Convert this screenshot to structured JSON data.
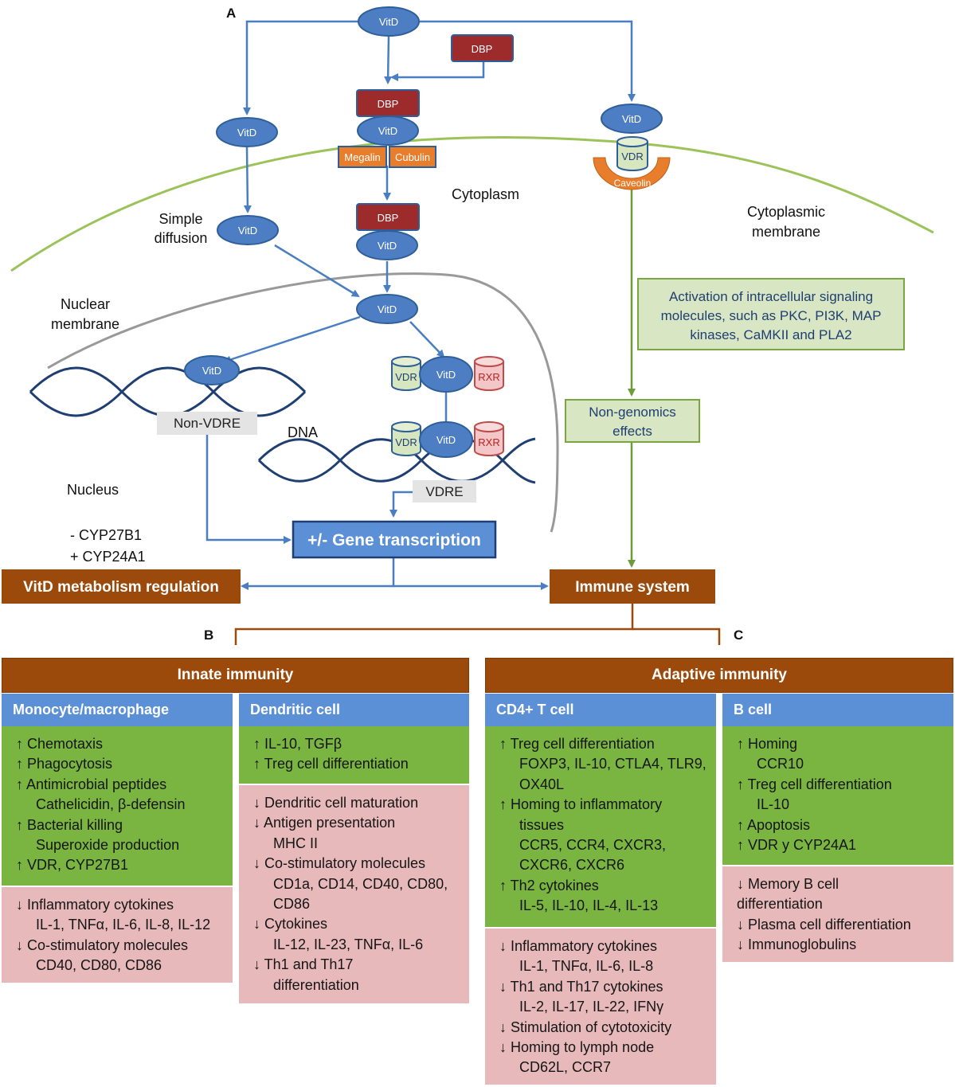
{
  "labels": {
    "panel_a": "A",
    "panel_b": "B",
    "panel_c": "C",
    "simple_diffusion_1": "Simple",
    "simple_diffusion_2": "diffusion",
    "cytoplasm": "Cytoplasm",
    "cytoplasmic_membrane_1": "Cytoplasmic",
    "cytoplasmic_membrane_2": "membrane",
    "nuclear_membrane_1": "Nuclear",
    "nuclear_membrane_2": "membrane",
    "dna": "DNA",
    "nucleus": "Nucleus",
    "cyp27b1": "- CYP27B1",
    "cyp24a1": "+ CYP24A1"
  },
  "nodes": {
    "vitd": "VitD",
    "dbp": "DBP",
    "megalin": "Megalin",
    "cubulin": "Cubulin",
    "vdr": "VDR",
    "rxr": "RXR",
    "caveolin": "Caveolin",
    "non_vdre": "Non-VDRE",
    "vdre": "VDRE"
  },
  "signaling_box": [
    "Activation of intracellular signaling",
    "molecules, such as PKC, PI3K, MAP",
    "kinases, CaMKII and PLA2"
  ],
  "non_genomic_box": [
    "Non-genomics",
    "effects"
  ],
  "gene_transcription": "+/- Gene transcription",
  "vitd_metabolism": "VitD metabolism regulation",
  "immune_system": "Immune system",
  "innate": {
    "title": "Innate immunity",
    "monocyte": {
      "title": "Monocyte/macrophage",
      "up": [
        {
          "t": "↑ Chemotaxis",
          "sub": false
        },
        {
          "t": "↑ Phagocytosis",
          "sub": false
        },
        {
          "t": "↑ Antimicrobial peptides",
          "sub": false
        },
        {
          "t": "Cathelicidin, β-defensin",
          "sub": true
        },
        {
          "t": "↑ Bacterial killing",
          "sub": false
        },
        {
          "t": "Superoxide production",
          "sub": true
        },
        {
          "t": "↑ VDR, CYP27B1",
          "sub": false
        }
      ],
      "down": [
        {
          "t": "↓ Inflammatory cytokines",
          "sub": false
        },
        {
          "t": "IL-1, TNFα, IL-6, IL-8, IL-12",
          "sub": true
        },
        {
          "t": "↓ Co-stimulatory molecules",
          "sub": false
        },
        {
          "t": "CD40, CD80, CD86",
          "sub": true
        }
      ]
    },
    "dendritic": {
      "title": "Dendritic cell",
      "up": [
        {
          "t": "↑ IL-10, TGFβ",
          "sub": false
        },
        {
          "t": "↑ Treg cell differentiation",
          "sub": false
        }
      ],
      "down": [
        {
          "t": "↓ Dendritic cell maturation",
          "sub": false
        },
        {
          "t": "↓ Antigen presentation",
          "sub": false
        },
        {
          "t": "MHC II",
          "sub": true
        },
        {
          "t": "↓ Co-stimulatory molecules",
          "sub": false
        },
        {
          "t": "CD1a, CD14, CD40, CD80,",
          "sub": true
        },
        {
          "t": "CD86",
          "sub": true
        },
        {
          "t": "↓ Cytokines",
          "sub": false
        },
        {
          "t": "IL-12, IL-23, TNFα, IL-6",
          "sub": true
        },
        {
          "t": "↓ Th1 and Th17",
          "sub": false
        },
        {
          "t": "differentiation",
          "sub": true
        }
      ]
    }
  },
  "adaptive": {
    "title": "Adaptive immunity",
    "cd4": {
      "title": "CD4+ T cell",
      "up": [
        {
          "t": "↑ Treg cell differentiation",
          "sub": false
        },
        {
          "t": "FOXP3, IL-10, CTLA4, TLR9,",
          "sub": true
        },
        {
          "t": "OX40L",
          "sub": true
        },
        {
          "t": "↑ Homing to inflammatory",
          "sub": false
        },
        {
          "t": "tissues",
          "sub": true
        },
        {
          "t": "CCR5, CCR4, CXCR3,",
          "sub": true
        },
        {
          "t": "CXCR6, CXCR6",
          "sub": true
        },
        {
          "t": "↑ Th2  cytokines",
          "sub": false
        },
        {
          "t": "IL-5, IL-10, IL-4, IL-13",
          "sub": true
        }
      ],
      "down": [
        {
          "t": "↓ Inflammatory cytokines",
          "sub": false
        },
        {
          "t": "IL-1, TNFα, IL-6, IL-8",
          "sub": true
        },
        {
          "t": "↓ Th1 and Th17 cytokines",
          "sub": false
        },
        {
          "t": "IL-2, IL-17, IL-22, IFNγ",
          "sub": true
        },
        {
          "t": "↓ Stimulation of cytotoxicity",
          "sub": false
        },
        {
          "t": "↓ Homing to lymph node",
          "sub": false
        },
        {
          "t": "CD62L, CCR7",
          "sub": true
        }
      ]
    },
    "bcell": {
      "title": "B cell",
      "up": [
        {
          "t": "↑ Homing",
          "sub": false
        },
        {
          "t": "CCR10",
          "sub": true
        },
        {
          "t": "↑ Treg cell differentiation",
          "sub": false
        },
        {
          "t": "IL-10",
          "sub": true
        },
        {
          "t": "↑ Apoptosis",
          "sub": false
        },
        {
          "t": "↑ VDR y CYP24A1",
          "sub": false
        }
      ],
      "down": [
        {
          "t": "↓ Memory B cell",
          "sub": false
        },
        {
          "t": "differentiation",
          "sub": false
        },
        {
          "t": "↓ Plasma cell differentiation",
          "sub": false
        },
        {
          "t": "↓ Immunoglobulins",
          "sub": false
        }
      ]
    }
  }
}
